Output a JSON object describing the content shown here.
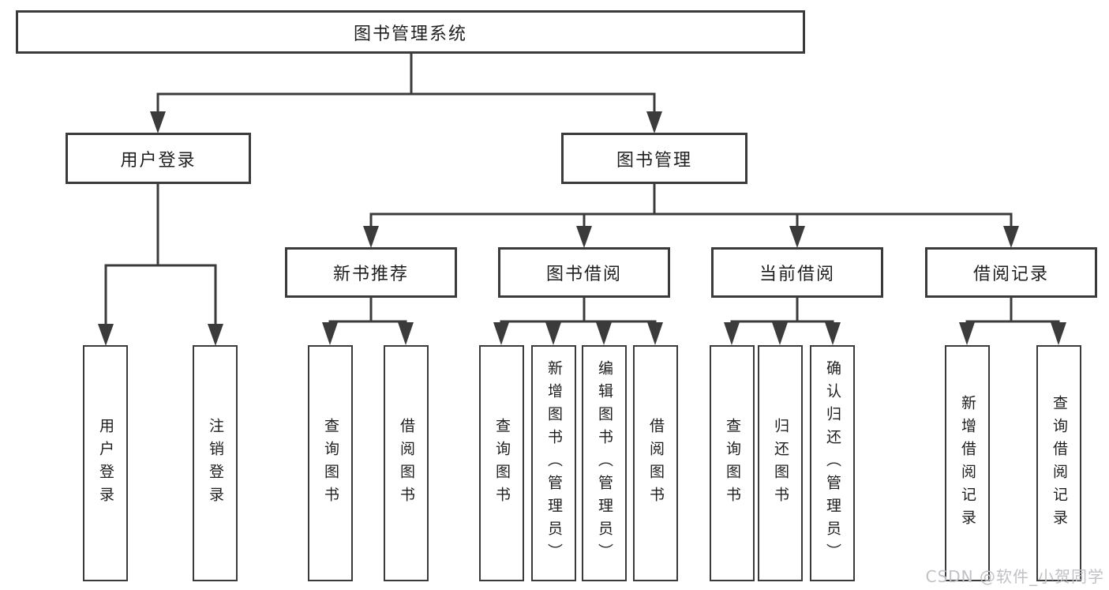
{
  "diagram": {
    "root_label": "图书管理系统",
    "level2": [
      {
        "label": "用户登录"
      },
      {
        "label": "图书管理"
      }
    ],
    "level3": [
      {
        "label": "新书推荐"
      },
      {
        "label": "图书借阅"
      },
      {
        "label": "当前借阅"
      },
      {
        "label": "借阅记录"
      }
    ],
    "leaves": [
      {
        "label": "用户登录"
      },
      {
        "label": "注销登录"
      },
      {
        "label": "查询图书"
      },
      {
        "label": "借阅图书"
      },
      {
        "label": "查询图书"
      },
      {
        "label": "新增图书（管理员）"
      },
      {
        "label": "编辑图书（管理员）"
      },
      {
        "label": "借阅图书"
      },
      {
        "label": "查询图书"
      },
      {
        "label": "归还图书"
      },
      {
        "label": "确认归还（管理员）"
      },
      {
        "label": "新增借阅记录"
      },
      {
        "label": "查询借阅记录"
      }
    ],
    "watermark": "CSDN @软件_小贺同学",
    "colors": {
      "line": "#3b3b3b",
      "text": "#1f1f1f",
      "box_background": "#ffffff",
      "page_background": "#ffffff",
      "watermark": "#c0c0c6"
    }
  }
}
